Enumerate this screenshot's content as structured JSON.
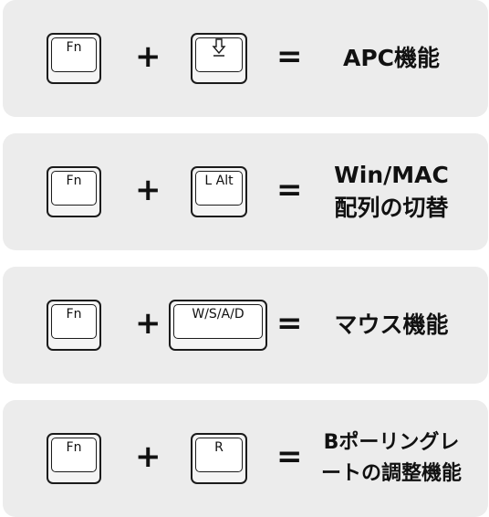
{
  "rows": [
    {
      "key1": "Fn",
      "key2": "",
      "key2_icon": "down-arrow-icon",
      "plus": "+",
      "equals": "=",
      "result_line1": "APC機能",
      "result_line2": ""
    },
    {
      "key1": "Fn",
      "key2": "L Alt",
      "plus": "+",
      "equals": "=",
      "result_line1": "Win/MAC",
      "result_line2": "配列の切替"
    },
    {
      "key1": "Fn",
      "key2": "W/S/A/D",
      "plus": "+",
      "equals": "=",
      "result_line1": "マウス機能",
      "result_line2": ""
    },
    {
      "key1": "Fn",
      "key2": "R",
      "plus": "+",
      "equals": "=",
      "result_line1": "Bポーリングレ",
      "result_line2": "ートの調整機能"
    }
  ],
  "colors": {
    "panel": "#ececec",
    "ink": "#1b1b1b",
    "keycap": "#ffffff"
  }
}
